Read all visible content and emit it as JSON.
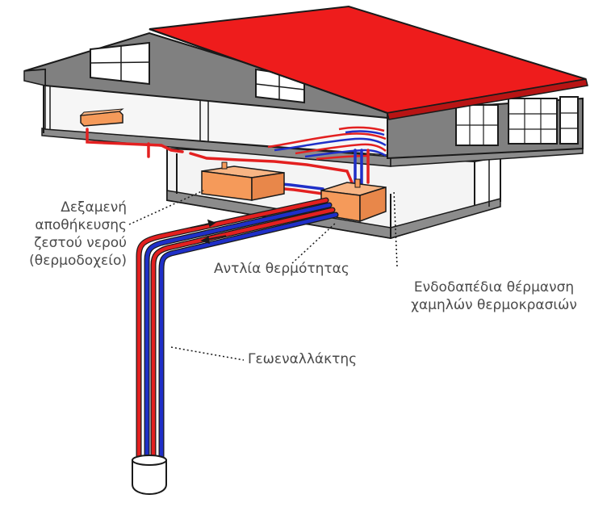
{
  "labels": {
    "tank": [
      "Δεξαμενή",
      "αποθήκευσης",
      "ζεστού νερού",
      "(θερμοδοχείο)"
    ],
    "pump": "Αντλία θερμότητας",
    "floor_heating": [
      "Ενδοδαπέδια θέρμανση",
      "χαμηλών θερμοκρασιών"
    ],
    "geo_exchanger": "Γεωεναλλάκτης"
  },
  "colors": {
    "roof": "#ee1c1c",
    "wall": "#808080",
    "box": "#f59a5a",
    "hot_pipe": "#e32020",
    "cold_pipe": "#1f2fc8",
    "outline": "#1a1a1a",
    "label_text": "#4a4a4a"
  }
}
